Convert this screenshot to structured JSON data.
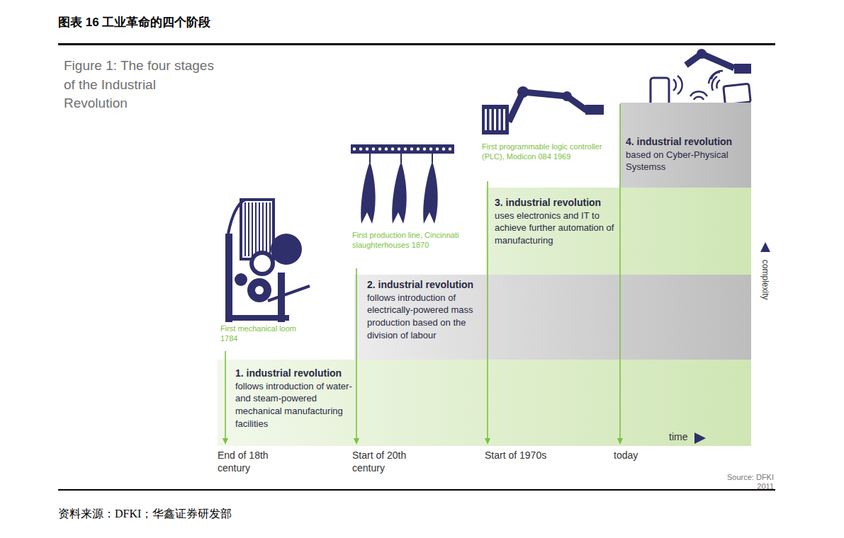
{
  "diagram": {
    "title": "图表 16 工业革命的四个阶段",
    "caption": "资料来源：DFKI；华鑫证券研发部",
    "nodes": [
      {
        "text": [
          "1. industrial revolution",
          "follows introduction of water- and steam-powered mechanical manufacturing facilities"
        ]
      },
      {
        "text": [
          "2. industrial revolution",
          "follows introduction of electrically-powered mass production based on the division of labour"
        ]
      },
      {
        "text": [
          "3. industrial revolution",
          "uses electronics and IT to achieve further automation of manufacturing"
        ]
      },
      {
        "text": [
          "4. industrial revolution",
          "based on Cyber-Physical Systemss"
        ]
      }
    ],
    "labels": [
      "Figure 1: The four stages of the Industrial Revolution",
      "First mechanical loom 1784",
      "First production line, Cincinnati slaughterhouses 1870",
      "First programmable logic controller (PLC), Modicon 084 1969",
      "End of 18th century",
      "Start of 20th century",
      "Start of 1970s",
      "today",
      "time",
      "complexity",
      "Source: DFKI 2011"
    ]
  }
}
